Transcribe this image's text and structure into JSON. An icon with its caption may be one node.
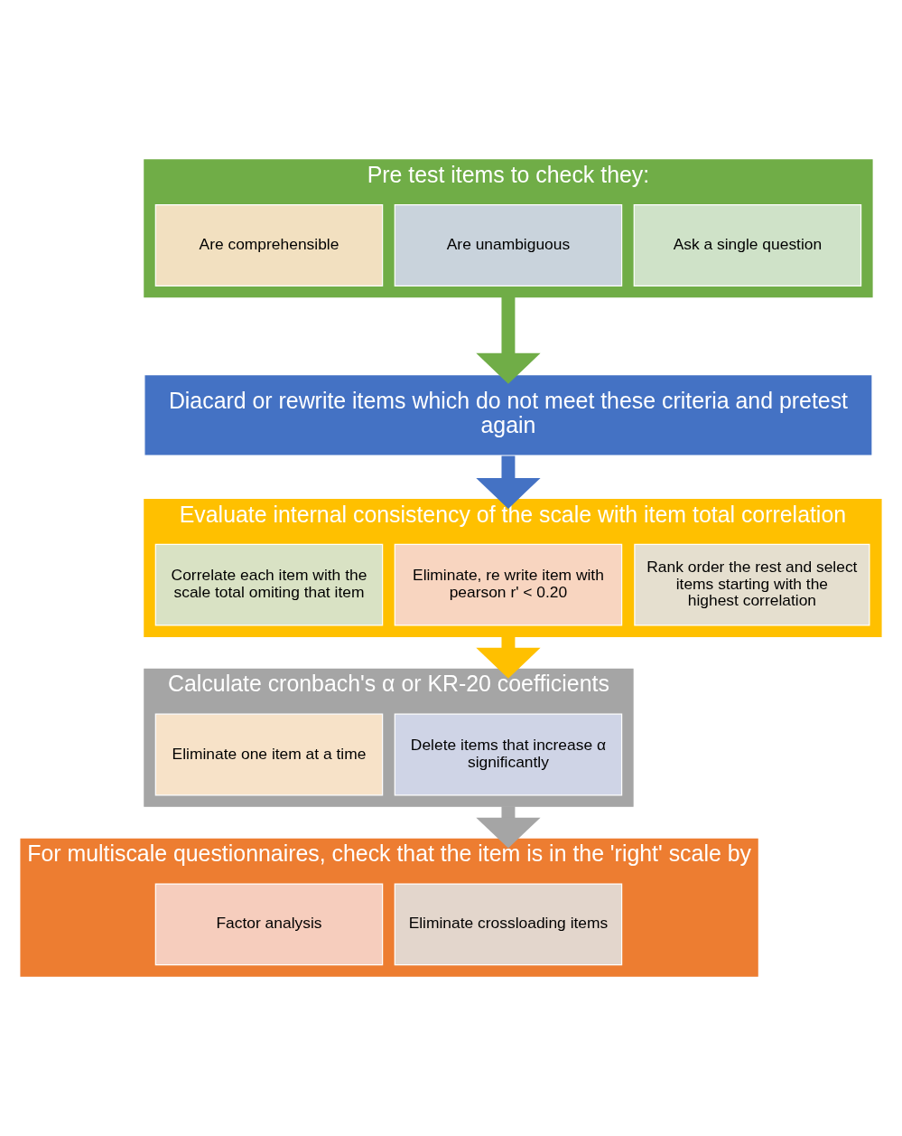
{
  "diagram": {
    "nodes": [
      {
        "text": [
          "Pre test items to check they:"
        ]
      },
      {
        "text": [
          "Are comprehensible"
        ],
        "in": 0
      },
      {
        "text": [
          "Are unambiguous"
        ],
        "in": 0
      },
      {
        "text": [
          "Ask a single question"
        ],
        "in": 0
      },
      {
        "text": [
          "Diacard or rewrite items which do not meet these criteria and pretest again"
        ]
      },
      {
        "text": [
          "Evaluate internal consistency of the scale with item total correlation"
        ]
      },
      {
        "text": [
          "Correlate each item with the scale total omiting that item"
        ],
        "in": 5
      },
      {
        "text": [
          "Eliminate, re write item with pearson r' < 0.20"
        ],
        "in": 5
      },
      {
        "text": [
          "Rank order the rest and select items starting with the highest correlation"
        ],
        "in": 5
      },
      {
        "text": [
          "Calculate cronbach's α or KR-20 coefficients"
        ]
      },
      {
        "text": [
          "Eliminate one item at a time"
        ],
        "in": 9
      },
      {
        "text": [
          "Delete items that increase α significantly"
        ],
        "in": 9
      },
      {
        "text": [
          "For multiscale questionnaires, check that the item is in the 'right' scale by"
        ]
      },
      {
        "text": [
          "Factor analysis"
        ],
        "in": 12
      },
      {
        "text": [
          "Eliminate crossloading items"
        ],
        "in": 12
      }
    ],
    "edges": [
      {
        "from": 0,
        "to": 4,
        "arrow": "to",
        "color": "#70ad47"
      },
      {
        "from": 4,
        "to": 5,
        "arrow": "to",
        "color": "#4472c4"
      },
      {
        "from": 5,
        "to": 9,
        "arrow": "to",
        "color": "#ffc000"
      },
      {
        "from": 9,
        "to": 12,
        "arrow": "to",
        "color": "#a5a5a5"
      }
    ]
  }
}
